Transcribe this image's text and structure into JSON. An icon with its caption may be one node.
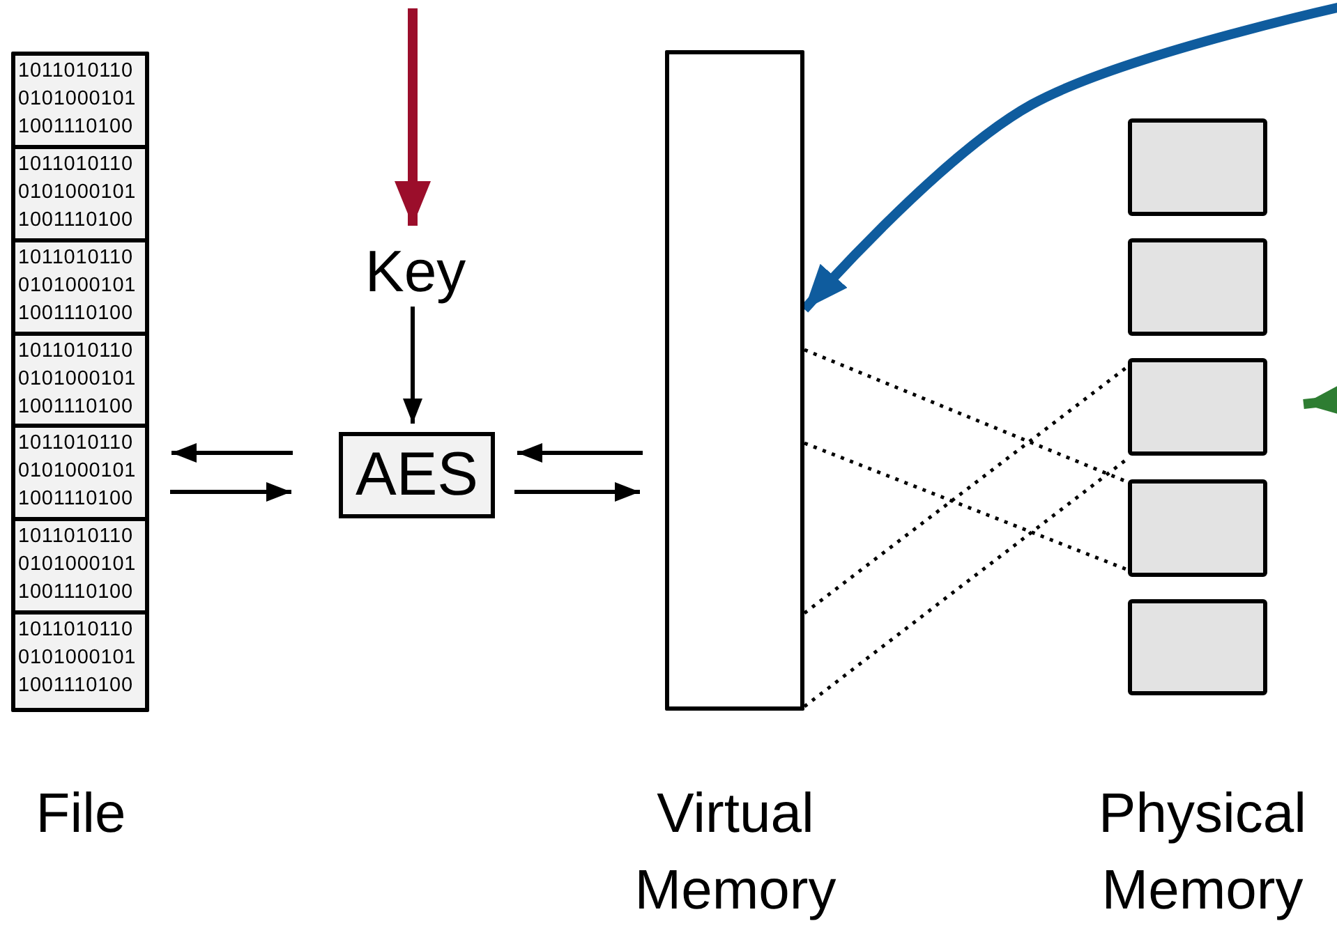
{
  "diagram": {
    "nodes": [
      {
        "text": [],
        "shape": "box"
      },
      {
        "text": [
          "1011010110 0101000101 1001110100"
        ],
        "in": 0
      },
      {
        "text": [
          "1011010110 0101000101 1001110100"
        ],
        "in": 0
      },
      {
        "text": [
          "1011010110 0101000101 1001110100"
        ],
        "in": 0
      },
      {
        "text": [
          "1011010110 0101000101 1001110100"
        ],
        "in": 0
      },
      {
        "text": [
          "1011010110 0101000101 1001110100"
        ],
        "in": 0
      },
      {
        "text": [
          "1011010110 0101000101 1001110100"
        ],
        "in": 0
      },
      {
        "text": [
          "1011010110 0101000101 1001110100"
        ],
        "in": 0
      },
      {
        "text": [
          "Key"
        ]
      },
      {
        "text": [
          "AES"
        ]
      },
      {
        "text": [],
        "shape": "box"
      },
      {
        "text": [],
        "shape": "box"
      },
      {
        "text": [],
        "shape": "box"
      },
      {
        "text": [],
        "shape": "box"
      },
      {
        "text": [],
        "shape": "box"
      },
      {
        "text": [],
        "shape": "box"
      }
    ],
    "edges": [
      {
        "from": null,
        "to": 8,
        "arrow": "to",
        "style": "thick",
        "color": "#9b0e2b"
      },
      {
        "from": 8,
        "to": 9,
        "arrow": "to"
      },
      {
        "from": 9,
        "to": 0,
        "arrow": "to"
      },
      {
        "from": 0,
        "to": 9,
        "arrow": "to"
      },
      {
        "from": 10,
        "to": 9,
        "arrow": "to"
      },
      {
        "from": 9,
        "to": 10,
        "arrow": "to"
      },
      {
        "from": null,
        "to": 10,
        "arrow": "to",
        "style": "thick",
        "color": "#0f5c9e"
      },
      {
        "from": 10,
        "to": 14,
        "arrow": "none",
        "style": "dashed"
      },
      {
        "from": 10,
        "to": 14,
        "arrow": "none",
        "style": "dashed"
      },
      {
        "from": 10,
        "to": 13,
        "arrow": "none",
        "style": "dashed"
      },
      {
        "from": 10,
        "to": 13,
        "arrow": "none",
        "style": "dashed"
      },
      {
        "from": null,
        "to": 13,
        "arrow": "to",
        "style": "thick",
        "color": "#2e7d32"
      }
    ],
    "labels": [
      "File",
      "Virtual Memory",
      "Physical Memory"
    ]
  }
}
